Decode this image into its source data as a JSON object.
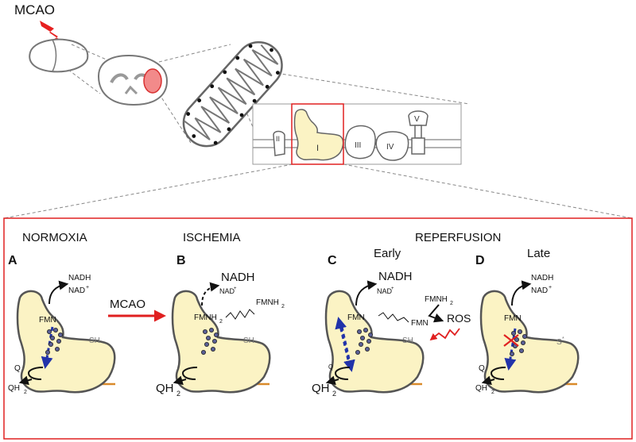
{
  "overview": {
    "mcao_label": "MCAO",
    "complexes": [
      "II",
      "I",
      "III",
      "IV",
      "V"
    ]
  },
  "conditions": {
    "normoxia": "NORMOXIA",
    "ischemia": "ISCHEMIA",
    "reperfusion": "REPERFUSION",
    "early": "Early",
    "late": "Late"
  },
  "panels": {
    "A": {
      "letter": "A",
      "nadh": "NADH",
      "nad": "NAD",
      "fmn": "FMN",
      "sh": "SH",
      "q": "Q",
      "qh2": "QH"
    },
    "B": {
      "letter": "B",
      "nadh": "NADH",
      "nad": "NAD",
      "fmnh2": "FMNH",
      "fmnh2_free": "FMNH",
      "sh": "SH",
      "qh2": "QH",
      "arrow": "MCAO"
    },
    "C": {
      "letter": "C",
      "nadh": "NADH",
      "nad": "NAD",
      "fmn": "FMN",
      "fmn_free": "FMN",
      "fmnh2_free": "FMNH",
      "ros": "ROS",
      "sh": "SH",
      "q": "Q",
      "qh2": "QH"
    },
    "D": {
      "letter": "D",
      "nadh": "NADH",
      "nad": "NAD",
      "fmn": "FMN",
      "s_star": "S",
      "q": "Q",
      "qh2": "QH"
    }
  },
  "colors": {
    "complex_fill": "#fbf3c4",
    "outline": "#555555",
    "red": "#e02020",
    "blue": "#2233aa",
    "dot": "#5a5f96",
    "membrane": "#d98a2a"
  }
}
